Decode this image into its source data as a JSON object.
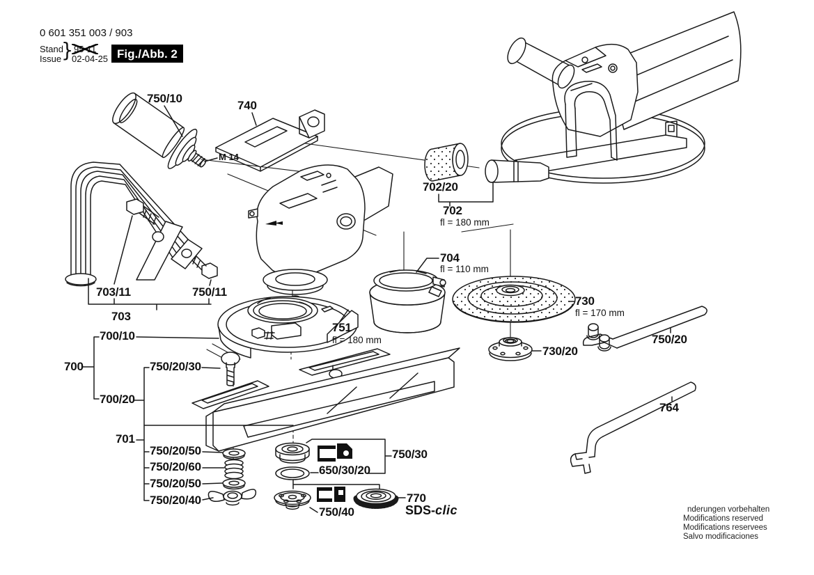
{
  "header": {
    "part_number": "0 601 351 003 / 903",
    "stand_label": "Stand",
    "issue_label": "Issue",
    "brace": "}",
    "stand_value": "95-11",
    "issue_value": "02-04-25",
    "figure_label": "Fig./Abb. 2"
  },
  "diagram": {
    "labels": [
      {
        "part": "750/10"
      },
      {
        "part": "740"
      },
      {
        "part": "M 14"
      },
      {
        "part": "702/20"
      },
      {
        "part": "702"
      },
      {
        "part": "704"
      },
      {
        "part": "730"
      },
      {
        "part": "703/11"
      },
      {
        "part": "750/11"
      },
      {
        "part": "703"
      },
      {
        "part": "751"
      },
      {
        "part": "700/10"
      },
      {
        "part": "730/20"
      },
      {
        "part": "750/20"
      },
      {
        "part": "700"
      },
      {
        "part": "750/20/30"
      },
      {
        "part": "700/20"
      },
      {
        "part": "764"
      },
      {
        "part": "701"
      },
      {
        "part": "750/20/50"
      },
      {
        "part": "750/30"
      },
      {
        "part": "750/20/60"
      },
      {
        "part": "650/30/20"
      },
      {
        "part": "750/20/50"
      },
      {
        "part": "750/20/40"
      },
      {
        "part": "750/40"
      },
      {
        "part": "770"
      }
    ],
    "dims": [
      {
        "text": "fl = 180 mm"
      },
      {
        "text": "fl = 110 mm"
      },
      {
        "text": "fl = 170 mm"
      },
      {
        "text": "fl = 180 mm"
      }
    ],
    "sds": {
      "prefix": "SDS-",
      "suffix": "clic"
    }
  },
  "footer": {
    "lines": [
      "nderungen vorbehalten",
      "Modifications reserved",
      "Modifications reservees",
      "Salvo modificaciones"
    ]
  }
}
